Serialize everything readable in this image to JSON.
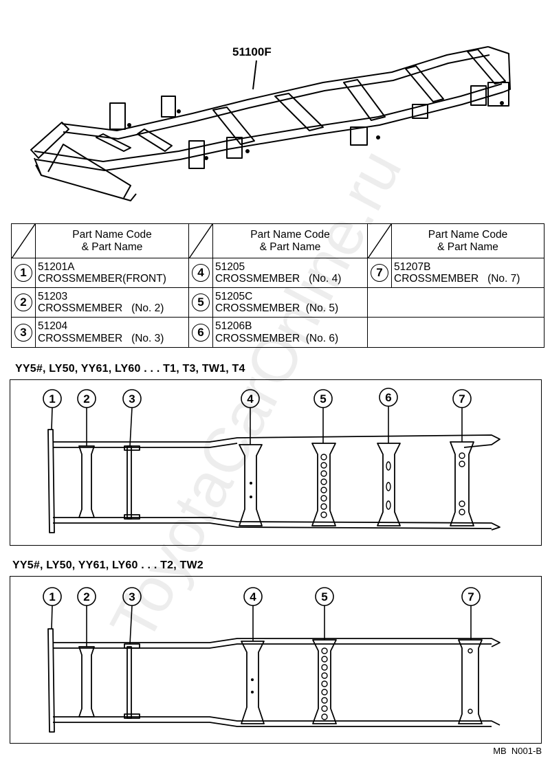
{
  "frame_callout": "51100F",
  "table": {
    "headers": [
      "Part Name Code\n& Part Name",
      "Part Name Code\n& Part Name",
      "Part Name Code\n& Part Name"
    ],
    "rows": [
      [
        {
          "num": "1",
          "code": "51201A",
          "name": "CROSSMEMBER(FRONT)"
        },
        {
          "num": "4",
          "code": "51205",
          "name": "CROSSMEMBER   (No. 4)"
        },
        {
          "num": "7",
          "code": "51207B",
          "name": "CROSSMEMBER   (No. 7)"
        }
      ],
      [
        {
          "num": "2",
          "code": "51203",
          "name": "CROSSMEMBER   (No. 2)"
        },
        {
          "num": "5",
          "code": "51205C",
          "name": "CROSSMEMBER  (No. 5)"
        },
        {
          "num": "",
          "code": "",
          "name": ""
        }
      ],
      [
        {
          "num": "3",
          "code": "51204",
          "name": "CROSSMEMBER   (No. 3)"
        },
        {
          "num": "6",
          "code": "51206B",
          "name": "CROSSMEMBER  (No. 6)"
        },
        {
          "num": "",
          "code": "",
          "name": ""
        }
      ]
    ]
  },
  "sections": [
    {
      "title": "YY5#, LY50, YY61, LY60 . . . T1, T3, TW1, T4",
      "callouts": [
        "1",
        "2",
        "3",
        "4",
        "5",
        "6",
        "7"
      ]
    },
    {
      "title": "YY5#, LY50, YY61, LY60 . . . T2, TW2",
      "callouts": [
        "1",
        "2",
        "3",
        "4",
        "5",
        "7"
      ]
    }
  ],
  "footer_code": "MB  N001-B",
  "watermark": "ToyotaCarOnline.ru"
}
